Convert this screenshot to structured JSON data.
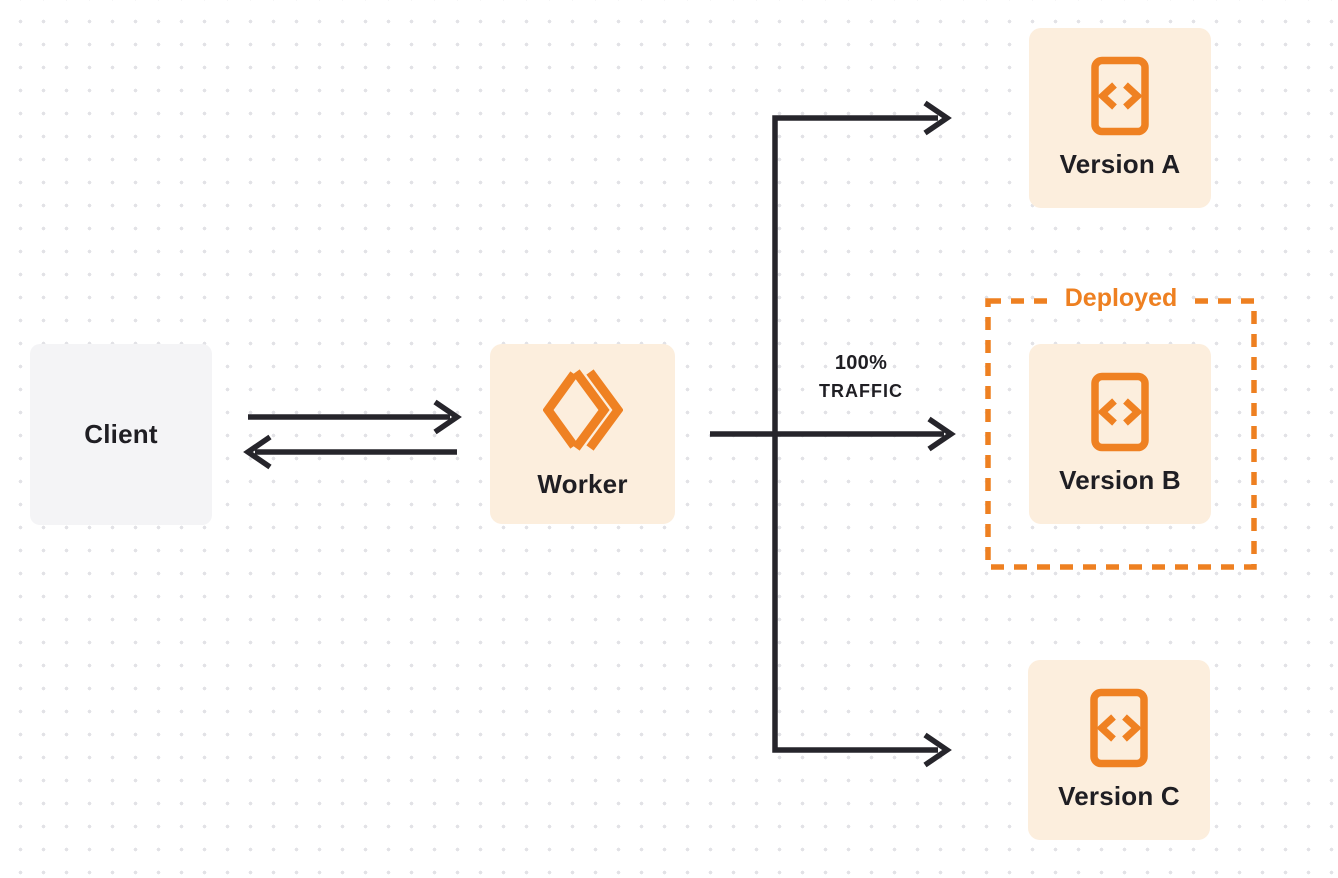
{
  "diagram": {
    "title": "Worker gradual deployments diagram",
    "client": {
      "label": "Client"
    },
    "worker": {
      "label": "Worker",
      "icon": "cloudflare-workers-logo-icon"
    },
    "traffic": {
      "line1": "100%",
      "line2": "TRAFFIC"
    },
    "deployed": {
      "label": "Deployed"
    },
    "versions": [
      {
        "label": "Version A",
        "icon": "code-file-icon",
        "deployed": false
      },
      {
        "label": "Version B",
        "icon": "code-file-icon",
        "deployed": true
      },
      {
        "label": "Version C",
        "icon": "code-file-icon",
        "deployed": false
      }
    ],
    "colors": {
      "accent_orange": "#EE8021",
      "node_peach": "#FCEEDD",
      "client_gray": "#F4F4F6",
      "connector_dark": "#26252B",
      "text_dark": "#1F1E23",
      "dot_grid": "#E2E2E6",
      "background": "#FFFFFF"
    }
  }
}
